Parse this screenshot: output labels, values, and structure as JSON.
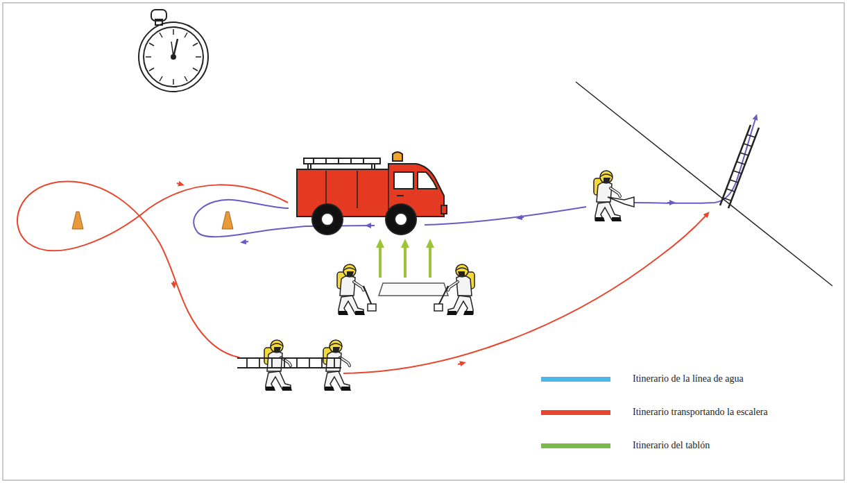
{
  "diagram": {
    "legend": [
      {
        "text": "Itinerario de la línea de agua",
        "color": "#4fb6ea"
      },
      {
        "text": "Itinerario transportando la escalera",
        "color": "#e8452c"
      },
      {
        "text": "Itinerario del tablón",
        "color": "#7db84a"
      }
    ]
  }
}
